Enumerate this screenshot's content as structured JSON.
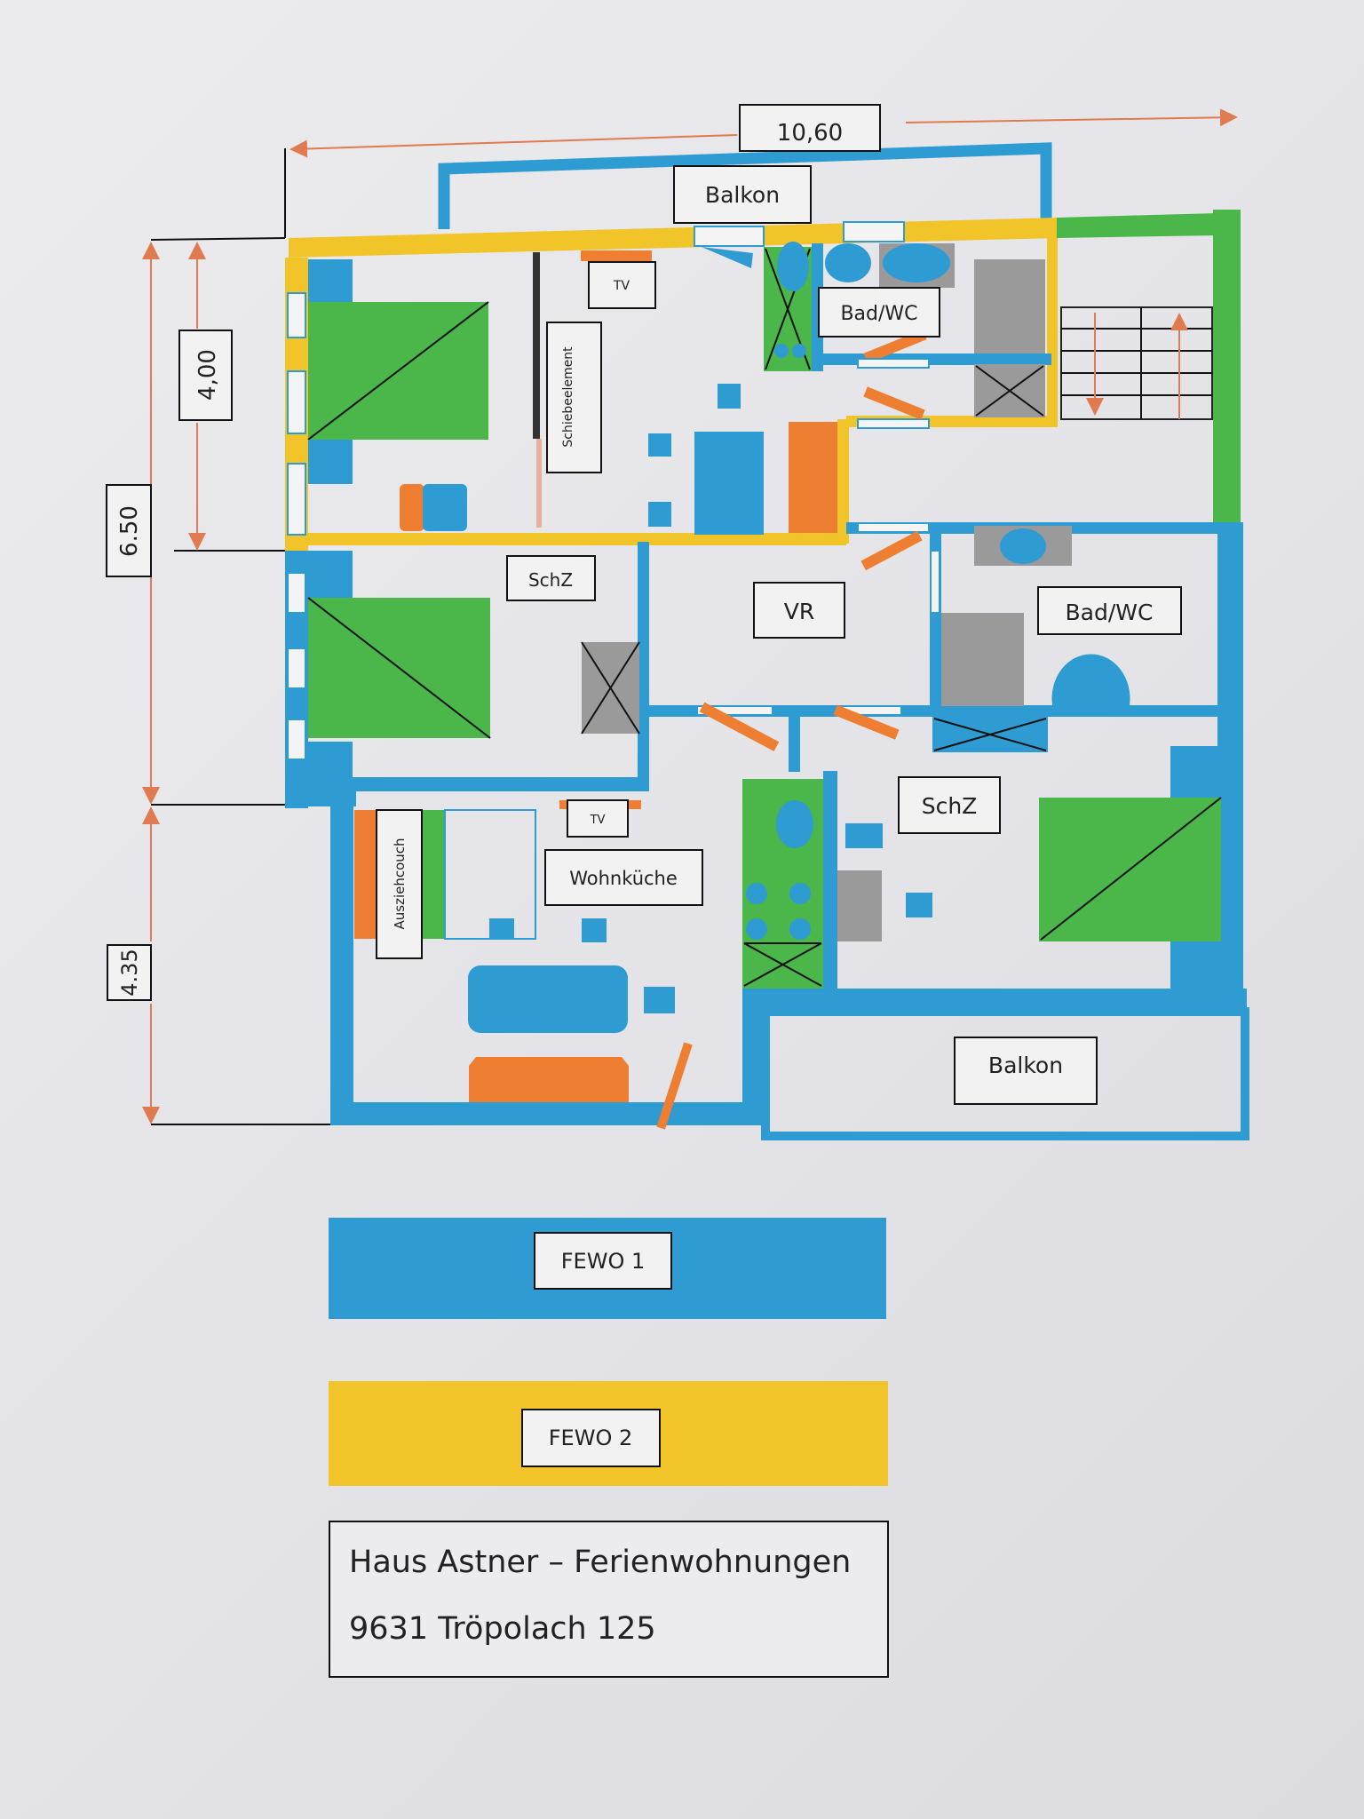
{
  "plan": {
    "dimensions": {
      "width_top": "10,60",
      "height_upper": "4,00",
      "height_total_upper": "6.50",
      "height_lower": "4.35"
    },
    "rooms": {
      "balkon_top": "Balkon",
      "tv_top": "TV",
      "sliding_element": "Schiebeelement",
      "bath_top": "Bad/WC",
      "bedroom_left": "SchZ",
      "hall": "VR",
      "bath_right": "Bad/WC",
      "bedroom_right": "SchZ",
      "tv_lower": "TV",
      "kitchen_living": "Wohnküche",
      "sofa_bed": "Ausziehcouch",
      "balkon_bottom": "Balkon"
    }
  },
  "legend": {
    "items": [
      {
        "label": "FEWO 1",
        "color": "#2f9bd3"
      },
      {
        "label": "FEWO 2",
        "color": "#f1c42a"
      }
    ]
  },
  "address": {
    "line1": "Haus Astner – Ferienwohnungen",
    "line2": "9631 Tröpolach 125"
  }
}
